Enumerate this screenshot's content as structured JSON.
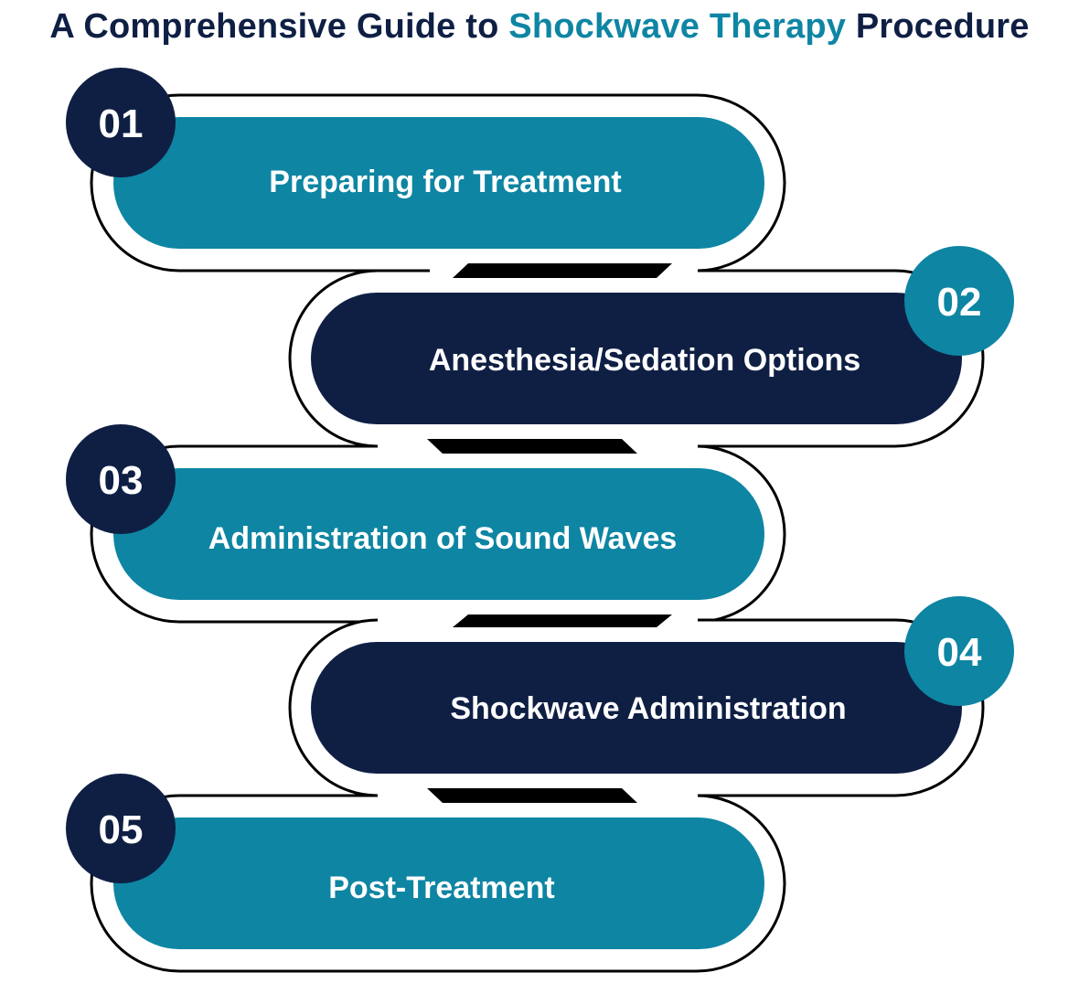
{
  "title": {
    "part1": "A Comprehensive Guide to ",
    "highlight": "Shockwave Therapy",
    "part2": " Procedure"
  },
  "colors": {
    "teal": "#0e85a3",
    "navy": "#0f1f44",
    "connector": "#000000",
    "outline": "#000000"
  },
  "steps": [
    {
      "number": "01",
      "label": "Preparing for Treatment",
      "color": "teal"
    },
    {
      "number": "02",
      "label": "Anesthesia/Sedation Options",
      "color": "navy"
    },
    {
      "number": "03",
      "label": "Administration of Sound Waves",
      "color": "teal"
    },
    {
      "number": "04",
      "label": "Shockwave Administration",
      "color": "navy"
    },
    {
      "number": "05",
      "label": "Post-Treatment",
      "color": "teal"
    }
  ]
}
